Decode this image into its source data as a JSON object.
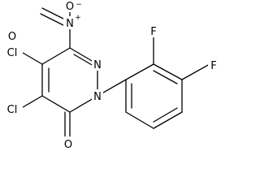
{
  "molecule": {
    "atoms": {
      "n2": "N",
      "n1": "N",
      "o_carbonyl": "O",
      "cl_upper": "Cl",
      "cl_lower": "Cl",
      "n_nitro": "N",
      "n_nitro_charge": "+",
      "o_nitro_top": "O",
      "o_nitro_top_charge": "−",
      "o_nitro_left": "O",
      "f_ortho": "F",
      "f_para": "F"
    }
  }
}
